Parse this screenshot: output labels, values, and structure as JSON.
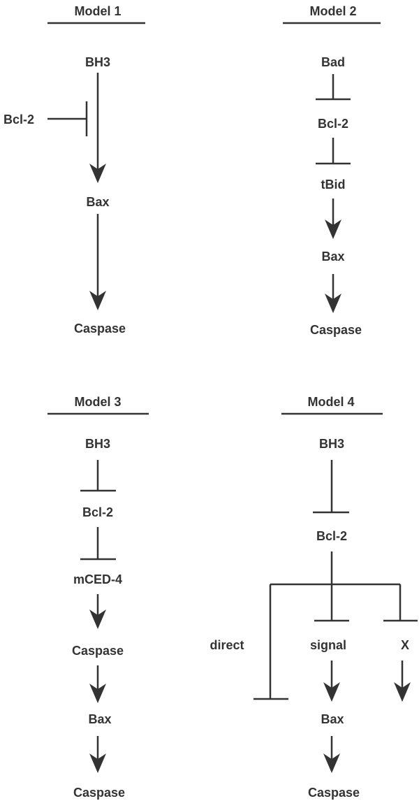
{
  "model1": {
    "title": "Model 1",
    "bh3": "BH3",
    "bcl2": "Bcl-2",
    "bax": "Bax",
    "caspase": "Caspase"
  },
  "model2": {
    "title": "Model 2",
    "bad": "Bad",
    "bcl2": "Bcl-2",
    "tbid": "tBid",
    "bax": "Bax",
    "caspase": "Caspase"
  },
  "model3": {
    "title": "Model 3",
    "bh3": "BH3",
    "bcl2": "Bcl-2",
    "mced4": "mCED-4",
    "caspase1": "Caspase",
    "bax": "Bax",
    "caspase2": "Caspase"
  },
  "model4": {
    "title": "Model 4",
    "bh3": "BH3",
    "bcl2": "Bcl-2",
    "direct": "direct",
    "signal": "signal",
    "x": "X",
    "bax": "Bax",
    "caspase": "Caspase"
  },
  "colors": {
    "ink": "#333333",
    "background": "#ffffff"
  }
}
